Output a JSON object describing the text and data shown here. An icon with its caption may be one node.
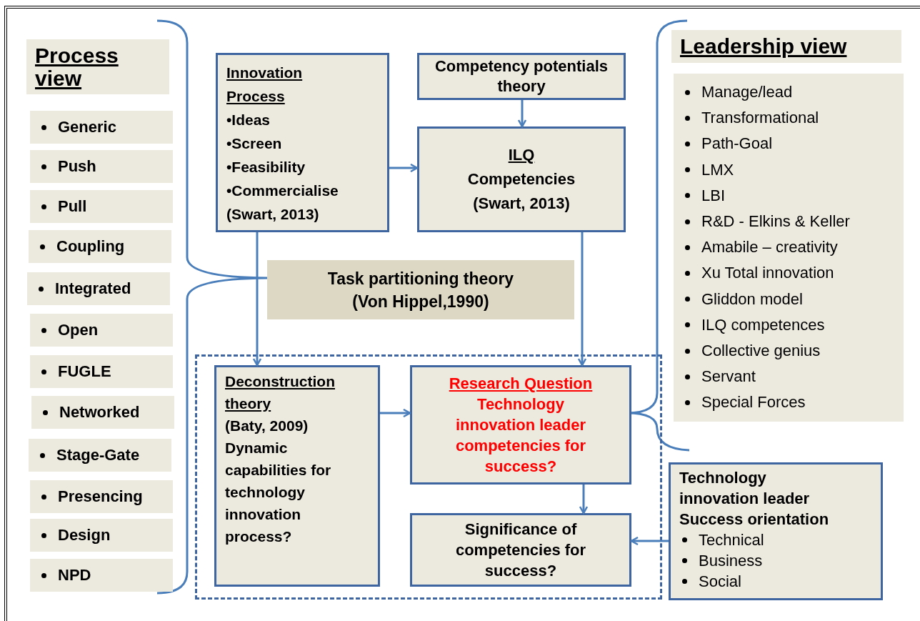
{
  "diagram": {
    "nodes": [
      {
        "text": [
          "Process view"
        ]
      },
      {
        "text": [
          "Generic"
        ]
      },
      {
        "text": [
          "Push"
        ]
      },
      {
        "text": [
          "Pull"
        ]
      },
      {
        "text": [
          "Coupling"
        ]
      },
      {
        "text": [
          "Integrated"
        ]
      },
      {
        "text": [
          "Open"
        ]
      },
      {
        "text": [
          "FUGLE"
        ]
      },
      {
        "text": [
          "Networked"
        ]
      },
      {
        "text": [
          "Stage-Gate"
        ]
      },
      {
        "text": [
          "Presencing"
        ]
      },
      {
        "text": [
          "Design"
        ]
      },
      {
        "text": [
          "NPD"
        ]
      },
      {
        "text": [
          "Innovation Process",
          "•Ideas",
          "•Screen",
          "•Feasibility",
          "•Commercialise",
          "(Swart, 2013)"
        ]
      },
      {
        "text": [
          "Competency potentials theory"
        ]
      },
      {
        "text": [
          "ILQ",
          "Competencies (Swart, 2013)"
        ]
      },
      {
        "text": [
          "Task partitioning theory (Von Hippel,1990)"
        ]
      },
      {
        "text": [],
        "shape": "box"
      },
      {
        "text": [
          "Deconstruction theory",
          "(Baty, 2009) Dynamic capabilities for technology innovation process?"
        ],
        "in": 17
      },
      {
        "text": [
          "Research Question",
          "Technology innovation leader competencies for success?"
        ],
        "in": 17
      },
      {
        "text": [
          "Significance of competencies for success?"
        ],
        "in": 17
      },
      {
        "text": [
          "Leadership view"
        ]
      },
      {
        "text": [
          "Manage/lead",
          "Transformational",
          "Path-Goal",
          "LMX",
          "LBI",
          "R&D - Elkins & Keller",
          "Amabile – creativity",
          "Xu Total innovation",
          "Gliddon model",
          "ILQ competences",
          "Collective genius",
          "Servant",
          "Special Forces"
        ]
      },
      {
        "text": [
          "Technology innovation leader Success orientation",
          "Technical",
          "Business",
          "Social"
        ]
      }
    ],
    "edges": [
      {
        "from": 14,
        "to": 15,
        "arrow": "to"
      },
      {
        "from": 13,
        "to": 15,
        "arrow": "to"
      },
      {
        "from": 13,
        "to": 18,
        "arrow": "to"
      },
      {
        "from": 15,
        "to": 19,
        "arrow": "to"
      },
      {
        "from": 18,
        "to": 19,
        "arrow": "to"
      },
      {
        "from": 19,
        "to": 20,
        "arrow": "to"
      },
      {
        "from": 23,
        "to": 20,
        "arrow": "to"
      }
    ]
  }
}
